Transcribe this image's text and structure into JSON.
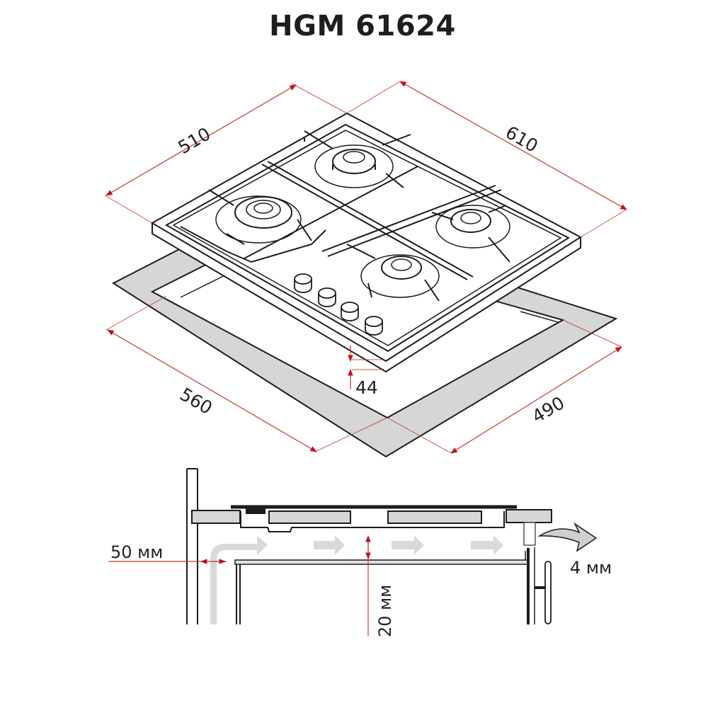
{
  "title": "HGM 61624",
  "top_view": {
    "dimensions": {
      "width_top": "510",
      "depth_top": "610",
      "cutout_width": "560",
      "cutout_depth": "490",
      "height": "44"
    },
    "burners": 4,
    "knobs": 4
  },
  "section_view": {
    "labels": {
      "wall_gap": "50 мм",
      "air_gap": "20 мм",
      "vent_gap": "4 мм"
    }
  },
  "colors": {
    "dimension_line": "#c0392b",
    "arrowhead": "#c0141e",
    "outline": "#1c1c1c",
    "fill_grey": "#d6d6d6"
  }
}
